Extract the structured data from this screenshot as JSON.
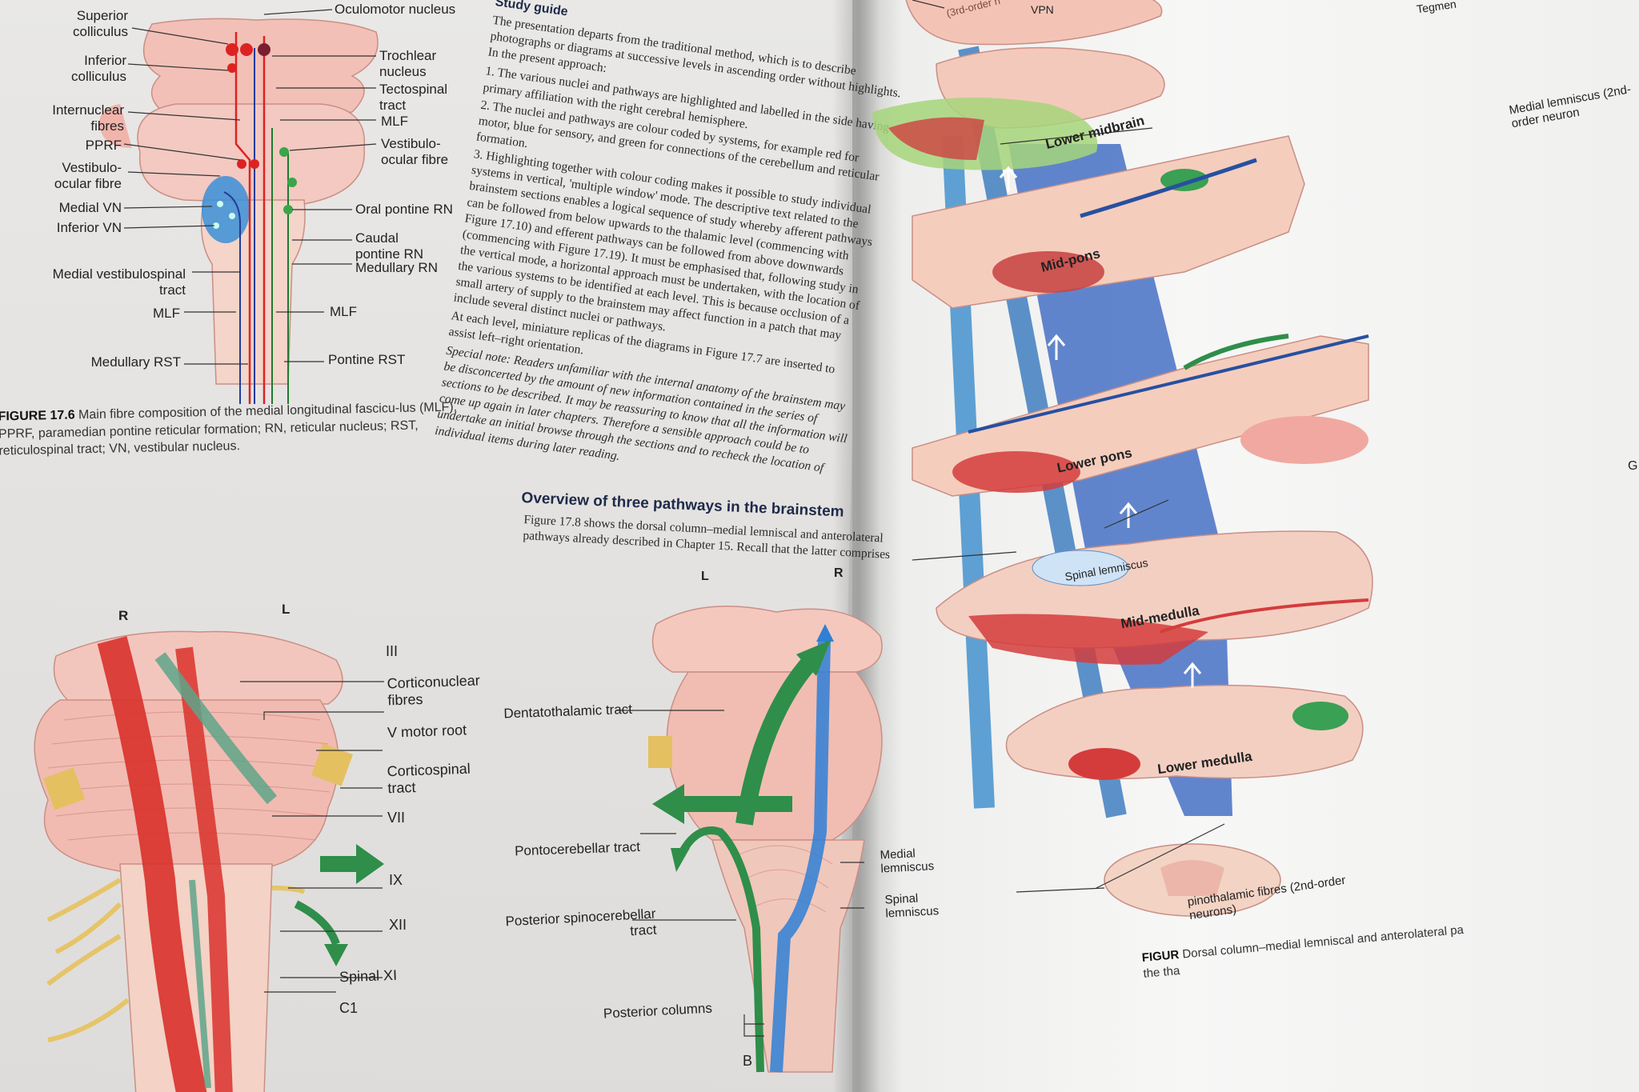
{
  "fig176": {
    "labels": {
      "superior_colliculus": "Superior colliculus",
      "oculomotor_nucleus": "Oculomotor nucleus",
      "inferior_colliculus": "Inferior colliculus",
      "trochlear_nucleus": "Trochlear nucleus",
      "tectospinal_tract": "Tectospinal tract",
      "internuclear_fibres": "Internuclear fibres",
      "mlf_top": "MLF",
      "pprf": "PPRF",
      "vestibulo_ocular_right": "Vestibulo-ocular fibre",
      "vestibulo_ocular_left": "Vestibulo-ocular fibre",
      "oral_pontine_rn": "Oral pontine RN",
      "medial_vn": "Medial VN",
      "inferior_vn": "Inferior VN",
      "caudal_pontine_rn": "Caudal pontine RN",
      "medullary_rn": "Medullary RN",
      "medial_vestibulospinal_tract": "Medial vestibulospinal tract",
      "mlf_left": "MLF",
      "mlf_right": "MLF",
      "medullary_rst": "Medullary RST",
      "pontine_rst": "Pontine RST"
    },
    "caption_num": "FIGURE 17.6",
    "caption_text": "Main fibre composition of the medial longitudinal fascicu-lus (MLF). PPRF, paramedian pontine reticular formation; RN, reticular nucleus; RST, reticulospinal tract; VN, vestibular nucleus."
  },
  "study_guide": {
    "title": "Study guide",
    "intro": "The presentation departs from the traditional method, which is to describe photographs or diagrams at successive levels in ascending order without highlights. In the present approach:",
    "items": [
      "1. The various nuclei and pathways are highlighted and labelled in the side having primary affiliation with the right cerebral hemisphere.",
      "2. The nuclei and pathways are colour coded by systems, for example red for motor, blue for sensory, and green for connections of the cerebellum and reticular formation.",
      "3. Highlighting together with colour coding makes it possible to study individual systems in vertical, 'multiple window' mode. The descriptive text related to the brainstem sections enables a logical sequence of study whereby afferent pathways can be followed from below upwards to the thalamic level (commencing with Figure 17.10) and efferent pathways can be followed from above downwards (commencing with Figure 17.19). It must be emphasised that, following study in the vertical mode, a horizontal approach must be undertaken, with the location of the various systems to be identified at each level. This is because occlusion of a small artery of supply to the brainstem may affect function in a patch that may include several distinct nuclei or pathways.",
      "At each level, miniature replicas of the diagrams in Figure 17.7 are inserted to assist left–right orientation."
    ],
    "special_note": "Special note: Readers unfamiliar with the internal anatomy of the brainstem may be disconcerted by the amount of new information contained in the series of sections to be described. It may be reassuring to know that all the information will come up again in later chapters. Therefore a sensible approach could be to undertake an initial browse through the sections and to recheck the location of individual items during later reading."
  },
  "overview": {
    "heading": "Overview of three pathways in the brainstem",
    "text": "Figure 17.8 shows the dorsal column–medial lemniscal and anterolateral pathways already described in Chapter 15. Recall that the latter comprises"
  },
  "fig_a": {
    "side_r": "R",
    "side_l": "L",
    "labels": {
      "iii": "III",
      "corticonuclear": "Corticonuclear fibres",
      "v_motor_root": "V motor root",
      "corticospinal": "Corticospinal tract",
      "vii": "VII",
      "ix": "IX",
      "xii": "XII",
      "spinal_xi": "Spinal XI",
      "c1": "C1"
    }
  },
  "fig_b": {
    "side_l": "L",
    "side_r": "R",
    "panel": "B",
    "labels": {
      "dentatothalamic": "Dentatothalamic tract",
      "pontocerebellar": "Pontocerebellar tract",
      "posterior_spinocerebellar": "Posterior spinocerebellar tract",
      "posterior_columns": "Posterior columns",
      "medial_lemniscus": "Medial lemniscus",
      "spinal_lemniscus": "Spinal lemniscus"
    }
  },
  "fig178": {
    "top_labels": {
      "third_order": "(3rd-order n",
      "vpn": "VPN",
      "tegmentum": "Tegmen"
    },
    "levels": [
      "Lower midbrain",
      "Mid-pons",
      "Lower pons",
      "Mid-medulla",
      "Lower medulla"
    ],
    "labels": {
      "medial_lemniscus": "Medial lemniscus (2nd-order neuron",
      "spinal_lemniscus": "Spinal lemniscus",
      "g": "G",
      "spinothalamic": "pinothalamic fibres (2nd-order neurons)"
    },
    "caption_num": "FIGUR",
    "caption_text": "Dorsal column–medial lemniscal and anterolateral pa",
    "caption_line2": "the tha"
  }
}
